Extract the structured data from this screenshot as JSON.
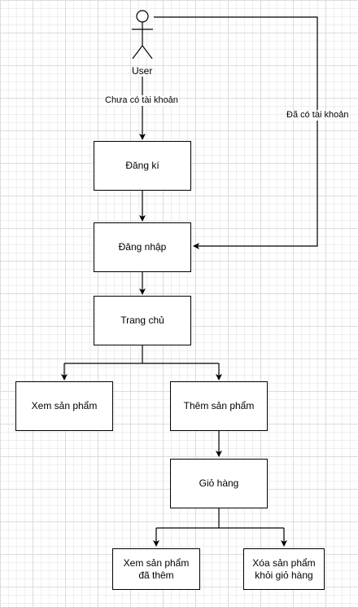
{
  "actor": {
    "label": "User"
  },
  "nodes": {
    "dang_ki": "Đăng kí",
    "dang_nhap": "Đăng nhập",
    "trang_chu": "Trang chủ",
    "xem_san_pham": "Xem sản phẩm",
    "them_san_pham": "Thêm sản phẩm",
    "gio_hang": "Giỏ hàng",
    "xem_san_pham_da_them": "Xem sản phẩm đã thêm",
    "xoa_san_pham": "Xóa sản phẩm khỏi giỏ hàng"
  },
  "edges": {
    "chua_co_tai_khoan": "Chưa có tài khoản",
    "da_co_tai_khoan": "Đã có tài khoản"
  },
  "colors": {
    "stroke": "#000000",
    "node_fill": "#ffffff",
    "grid": "#dcdcdc"
  }
}
